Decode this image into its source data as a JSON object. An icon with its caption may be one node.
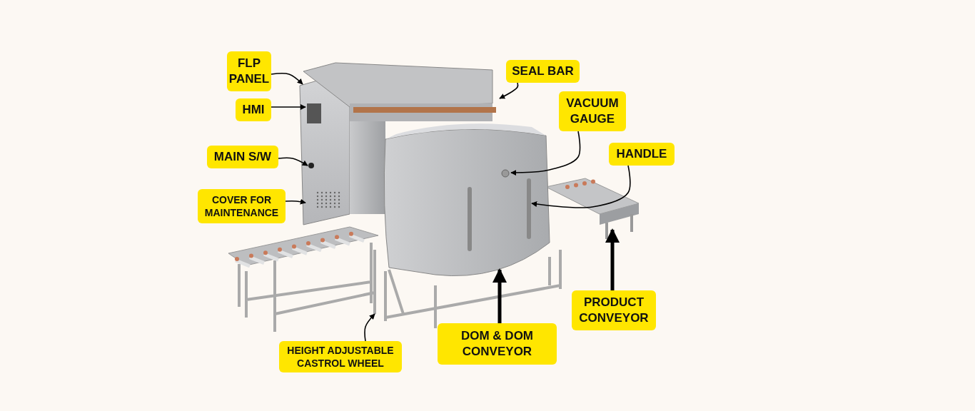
{
  "diagram": {
    "nodes": [
      {
        "text": [
          "FLP PANEL"
        ]
      },
      {
        "text": [
          "HMI"
        ]
      },
      {
        "text": [
          "MAIN S/W"
        ]
      },
      {
        "text": [
          "COVER FOR MAINTENANCE"
        ]
      },
      {
        "text": [
          "SEAL BAR"
        ]
      },
      {
        "text": [
          "VACUUM GAUGE"
        ]
      },
      {
        "text": [
          "HANDLE"
        ]
      },
      {
        "text": [
          "PRODUCT CONVEYOR"
        ]
      },
      {
        "text": [
          "DOM & DOM CONVEYOR"
        ]
      },
      {
        "text": [
          "HEIGHT ADJUSTABLE CASTROL WHEEL"
        ]
      }
    ],
    "edges": [
      {
        "from": 0,
        "to": null,
        "arrow": "to"
      },
      {
        "from": 1,
        "to": null,
        "arrow": "to"
      },
      {
        "from": 2,
        "to": null,
        "arrow": "to"
      },
      {
        "from": 3,
        "to": null,
        "arrow": "to"
      },
      {
        "from": 4,
        "to": null,
        "arrow": "to"
      },
      {
        "from": 5,
        "to": null,
        "arrow": "to"
      },
      {
        "from": 6,
        "to": null,
        "arrow": "to"
      },
      {
        "from": 7,
        "to": null,
        "arrow": "to",
        "style": "thick"
      },
      {
        "from": 8,
        "to": null,
        "arrow": "to",
        "style": "thick"
      },
      {
        "from": 9,
        "to": null,
        "arrow": "to"
      }
    ]
  }
}
